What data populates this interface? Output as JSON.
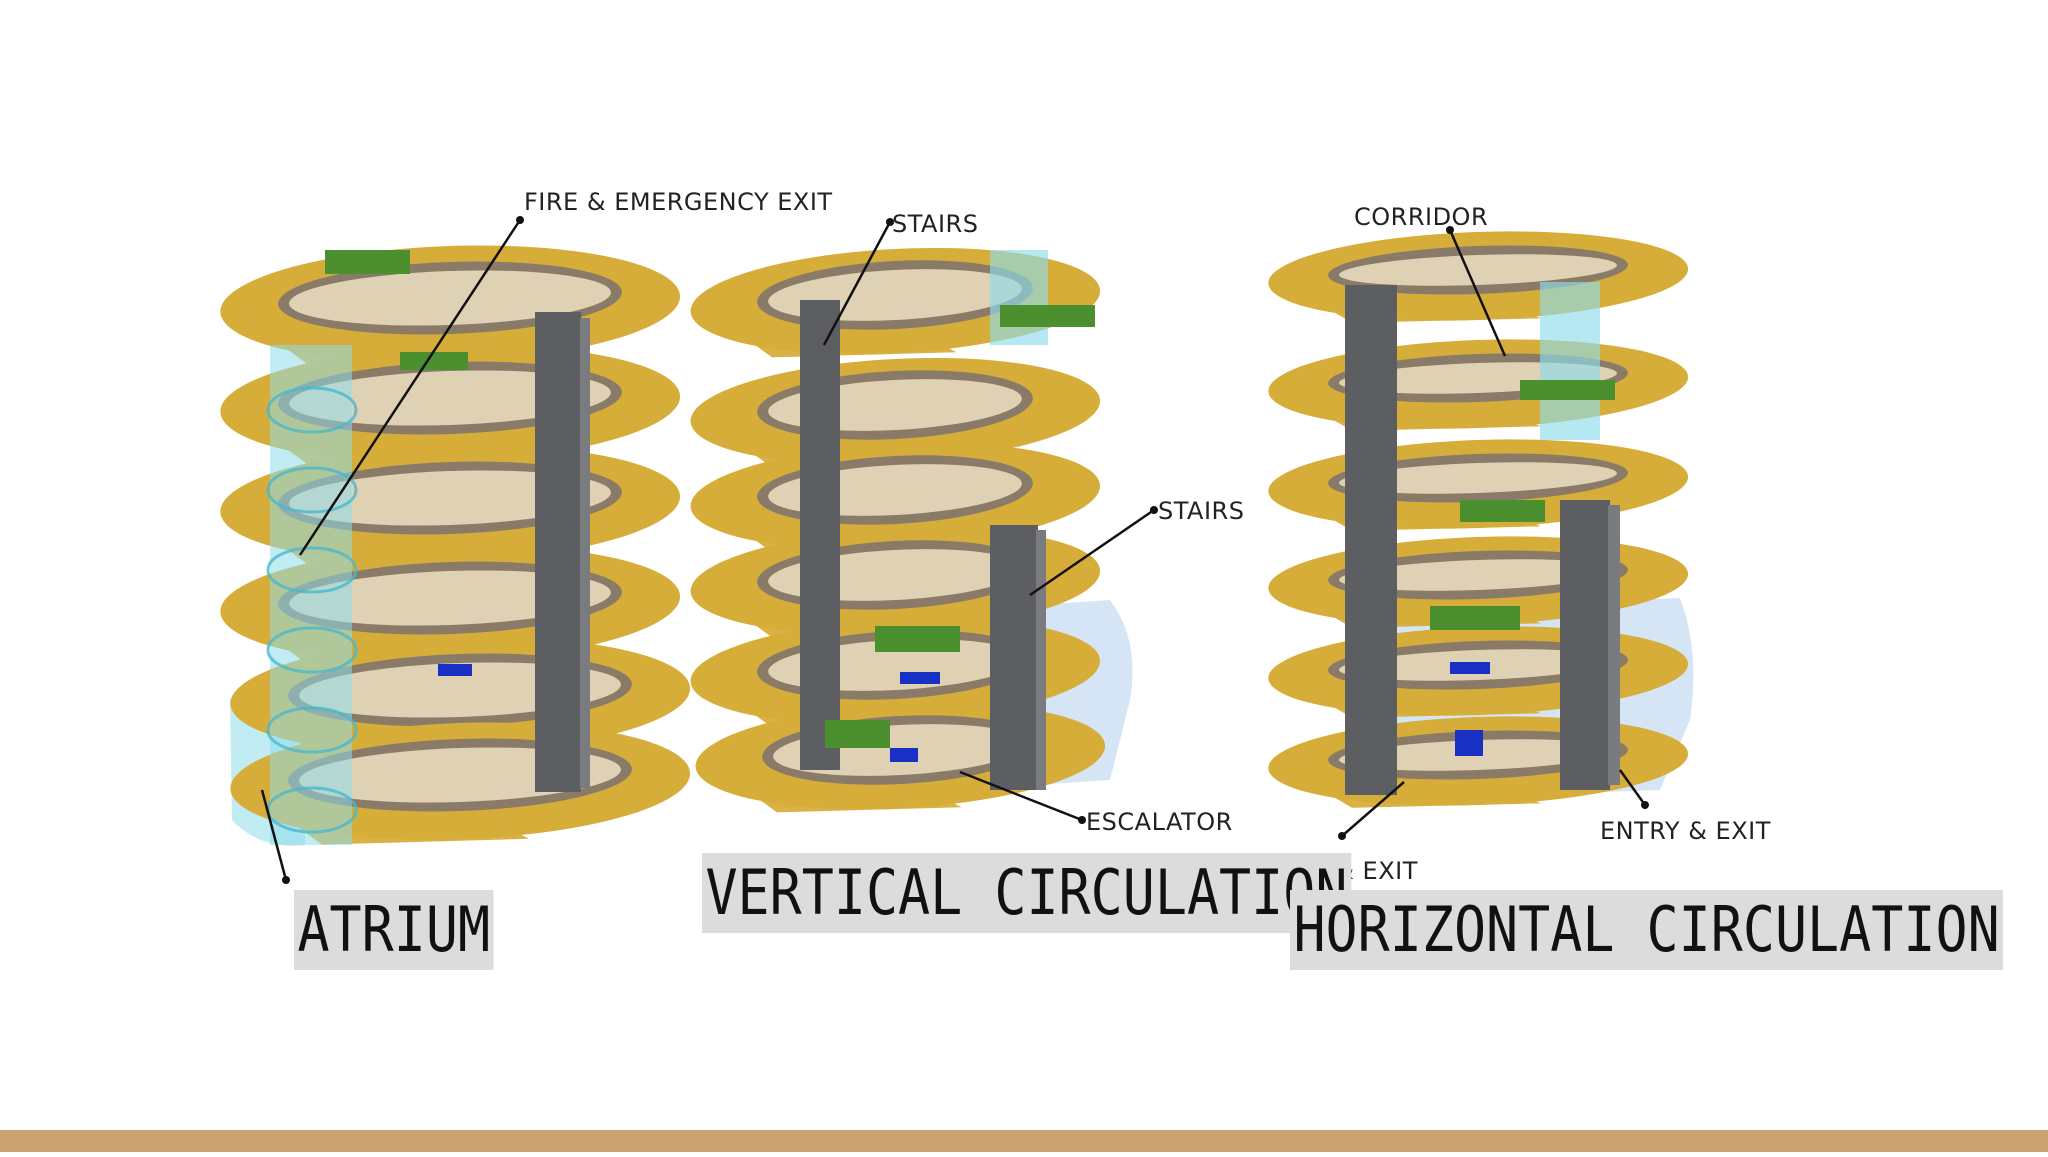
{
  "colors": {
    "slab": "#d7ad3a",
    "ring": "#8a7b68",
    "inner": "#dfd2b4",
    "core": "#5d5e61",
    "glass": "#8fdcea",
    "green": "#4c8f2e",
    "escalator": "#1a2fc4",
    "caption_bg": "#dcdcdc",
    "footer": "#c9a472"
  },
  "labels": {
    "fire_exit": "FIRE & EMERGENCY EXIT",
    "stairs_top": "STAIRS",
    "stairs_mid": "STAIRS",
    "escalator": "ESCALATOR",
    "corridor": "CORRIDOR",
    "entry_exit_left": "ENTRY & EXIT",
    "entry_exit_right": "ENTRY & EXIT"
  },
  "captions": {
    "atrium": "ATRIUM",
    "vertical": "VERTICAL CIRCULATION",
    "horizontal": "HORIZONTAL CIRCULATION"
  }
}
